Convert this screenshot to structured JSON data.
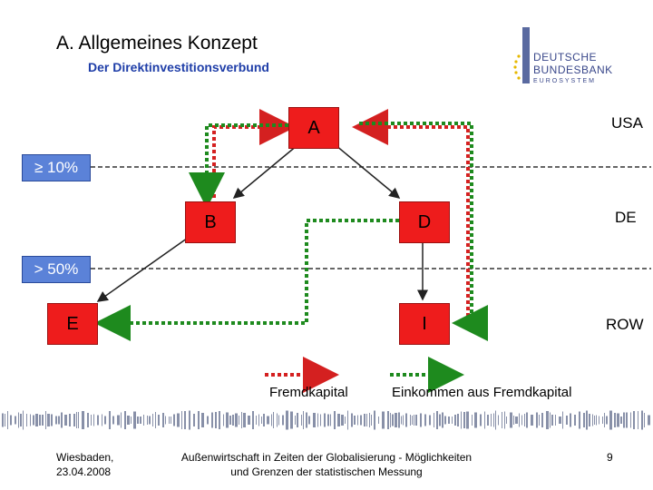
{
  "header": {
    "title": "A.  Allgemeines Konzept",
    "subtitle": "Der Direktinvestitionsverbund"
  },
  "logo": {
    "line1": "DEUTSCHE",
    "line2": "BUNDESBANK",
    "line3": "EUROSYSTEM"
  },
  "nodes": {
    "a": "A",
    "b": "B",
    "d": "D",
    "e": "E",
    "i": "I"
  },
  "regions": {
    "usa": "USA",
    "de": "DE",
    "row": "ROW"
  },
  "thresholds": {
    "t1": "≥ 10%",
    "t2": "> 50%"
  },
  "legend": {
    "debt": "Fremdkapital",
    "income": "Einkommen aus Fremdkapital"
  },
  "colors": {
    "node": "#ee1c1c",
    "debt_arrow": "#d42020",
    "income_arrow": "#1e8a1e",
    "threshold_box": "#5b82d8"
  },
  "footer": {
    "location": "Wiesbaden,",
    "date": "23.04.2008",
    "talk_line1": "Außenwirtschaft in Zeiten der Globalisierung - Möglichkeiten",
    "talk_line2": "und Grenzen der statistischen Messung",
    "page": "9"
  }
}
